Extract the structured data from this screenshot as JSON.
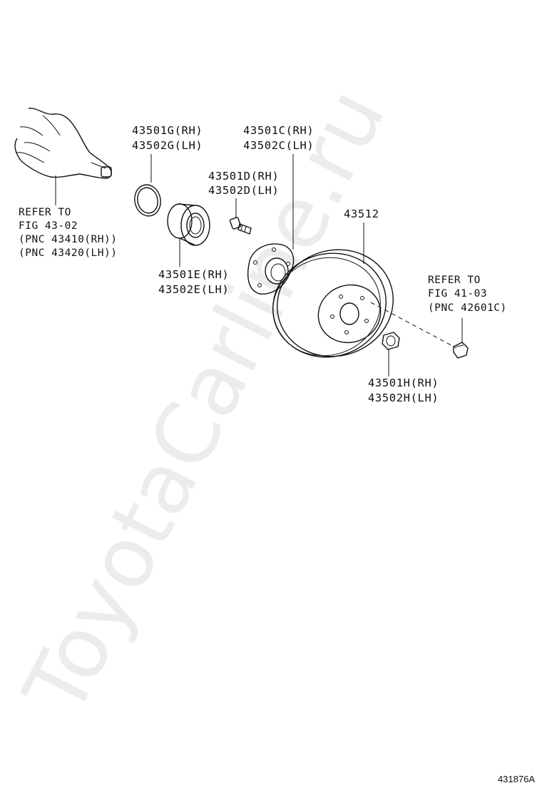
{
  "watermark": "ToyotaCarline.ru",
  "figure_id": "431876A",
  "labels": {
    "snap_ring_rh": "43501G(RH)",
    "snap_ring_lh": "43502G(LH)",
    "hub_rh": "43501C(RH)",
    "hub_lh": "43502C(LH)",
    "hub_bolt_rh": "43501D(RH)",
    "hub_bolt_lh": "43502D(LH)",
    "bearing_rh": "43501E(RH)",
    "bearing_lh": "43502E(LH)",
    "disc": "43512",
    "nut_rh": "43501H(RH)",
    "nut_lh": "43502H(LH)"
  },
  "refs": {
    "driveshaft": [
      "REFER TO",
      "FIG 43-02",
      "(PNC 43410(RH))",
      "(PNC 43420(LH))"
    ],
    "wheel_nut": [
      "REFER TO",
      "FIG 41-03",
      "(PNC 42601C)"
    ]
  }
}
